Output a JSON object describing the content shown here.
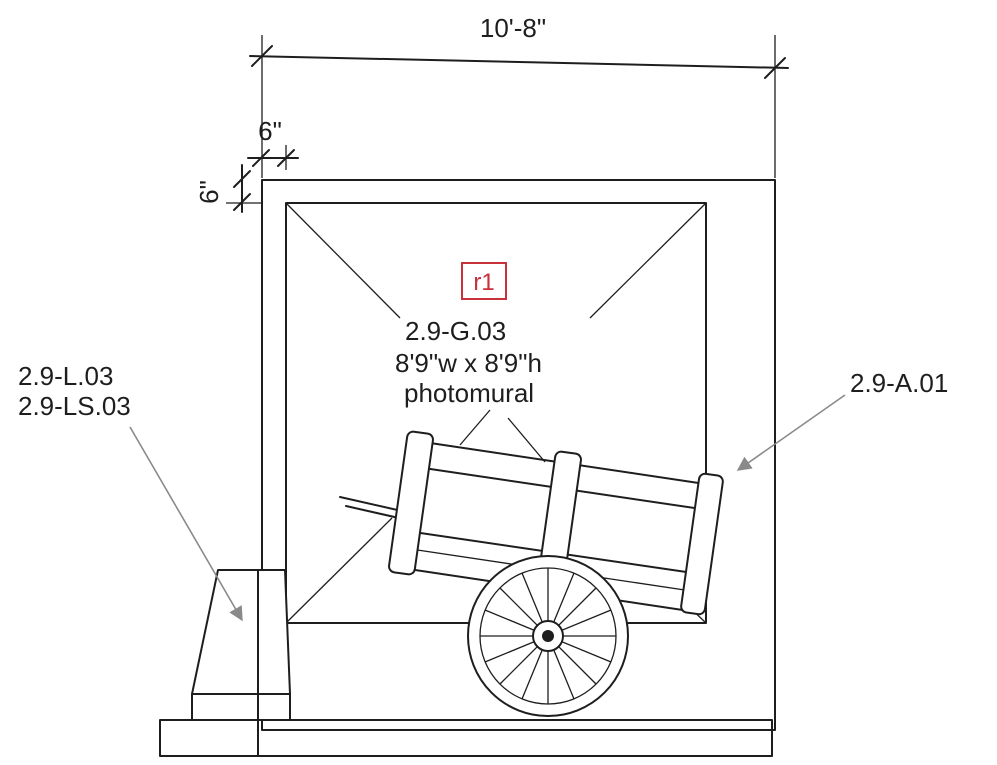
{
  "dimensions": {
    "overall_width": "10'-8\"",
    "border_horizontal": "6\"",
    "border_vertical": "6\""
  },
  "revision_tag": "r1",
  "photomural": {
    "code": "2.9-G.03",
    "size": "8'9\"w x 8'9\"h",
    "description": "photomural"
  },
  "callouts": {
    "lighting": [
      "2.9-L.03",
      "2.9-LS.03"
    ],
    "artifact": "2.9-A.01"
  },
  "colors": {
    "linework": "#1e1e1e",
    "revision": "#c8303a",
    "leader": "#8a8a8a"
  }
}
